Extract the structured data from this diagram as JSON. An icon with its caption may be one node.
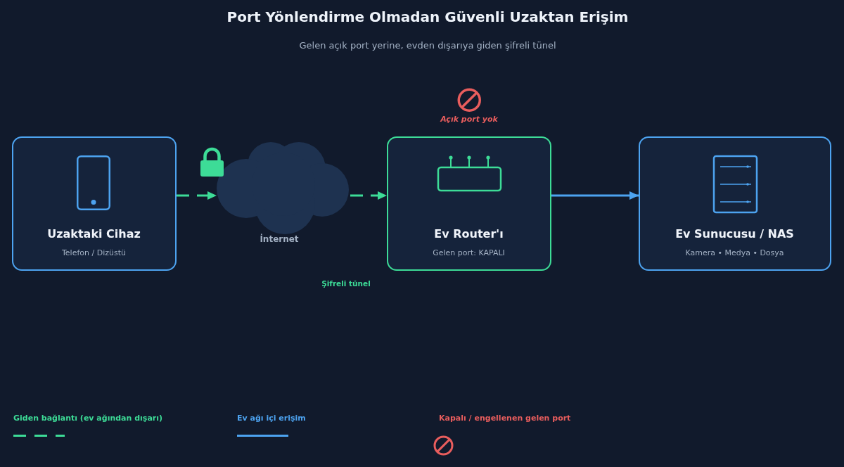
{
  "diagram": {
    "title": "Port Yönlendirme Olmadan Güvenli Uzaktan Erişim",
    "caption": "Gelen açık port yerine, evden dışarıya giden şifreli tünel",
    "nodes": [
      {
        "text": [
          "Uzaktaki Cihaz",
          "Telefon / Dizüstü"
        ]
      },
      {
        "text": [
          "İnternet"
        ]
      },
      {
        "text": [
          "Ev Router'ı",
          "Gelen port: KAPALI"
        ],
        "beside": [
          "Açık port yok"
        ]
      },
      {
        "text": [
          "Ev Sunucusu / NAS",
          "Kamera • Medya • Dosya"
        ]
      }
    ],
    "edges": [
      {
        "from": 0,
        "to": 1,
        "arrow": "to",
        "style": "dashed"
      },
      {
        "from": 1,
        "to": 2,
        "arrow": "to",
        "style": "dashed"
      },
      {
        "from": 2,
        "to": 3,
        "arrow": "to",
        "color": "#4da3f0"
      }
    ],
    "labels": [
      "Şifreli tünel"
    ],
    "legend": [
      {
        "text": "Giden bağlantı (ev ağından dışarı)"
      },
      {
        "text": "Ev ağı içi erişim"
      },
      {
        "text": "Kapalı / engellenen gelen port"
      }
    ]
  }
}
